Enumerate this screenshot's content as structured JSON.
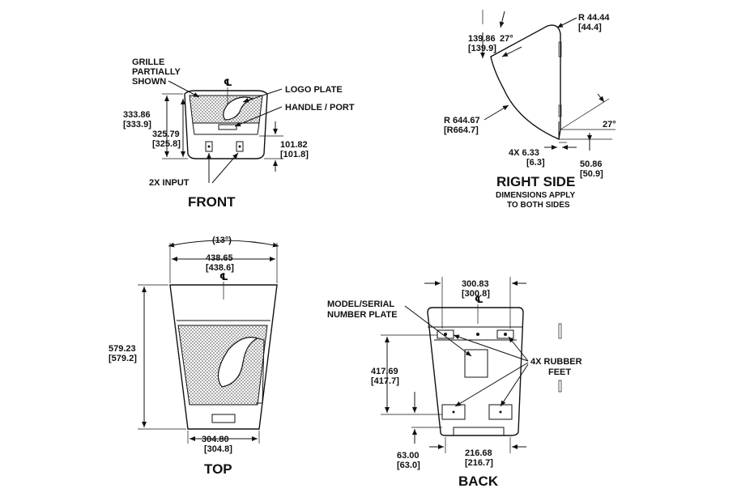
{
  "views": {
    "front": {
      "title": "FRONT",
      "labels": {
        "grille_1": "GRILLE",
        "grille_2": "PARTIALLY",
        "grille_3": "SHOWN",
        "logo_plate": "LOGO PLATE",
        "handle_port": "HANDLE / PORT",
        "input": "2X INPUT"
      },
      "dims": {
        "overall_height_mm": "333.86",
        "overall_height_alt": "[333.9]",
        "body_height_mm": "325.79",
        "body_height_alt": "[325.8]",
        "input_height_mm": "101.82",
        "input_height_alt": "[101.8]"
      },
      "centerline": "℄"
    },
    "right_side": {
      "title": "RIGHT SIDE",
      "note_1": "DIMENSIONS APPLY",
      "note_2": "TO BOTH SIDES",
      "dims": {
        "radius_top": "R 44.44",
        "radius_top_alt": "[44.4]",
        "top_offset": "139.86",
        "top_offset_alt": "[139.9]",
        "angle_top": "27°",
        "radius_front": "R 644.67",
        "radius_front_alt": "[R664.7]",
        "angle_bottom": "27°",
        "feet": "4X 6.33",
        "feet_alt": "[6.3]",
        "bottom_offset": "50.86",
        "bottom_offset_alt": "[50.9]"
      }
    },
    "top": {
      "title": "TOP",
      "dims": {
        "angle": "(13°)",
        "top_width": "438.65",
        "top_width_alt": "[438.6]",
        "depth": "579.23",
        "depth_alt": "[579.2]",
        "bottom_width": "304.80",
        "bottom_width_alt": "[304.8]"
      },
      "centerline": "℄"
    },
    "back": {
      "title": "BACK",
      "labels": {
        "model_1": "MODEL/SERIAL",
        "model_2": "NUMBER PLATE",
        "feet_1": "4X RUBBER",
        "feet_2": "FEET"
      },
      "dims": {
        "top_span": "300.83",
        "top_span_alt": "[300.8]",
        "height": "417.69",
        "height_alt": "[417.7]",
        "offset": "63.00",
        "offset_alt": "[63.0]",
        "bottom_span": "216.68",
        "bottom_span_alt": "[216.7]"
      },
      "centerline": "℄"
    }
  },
  "colors": {
    "line": "#111111",
    "background": "#ffffff"
  }
}
